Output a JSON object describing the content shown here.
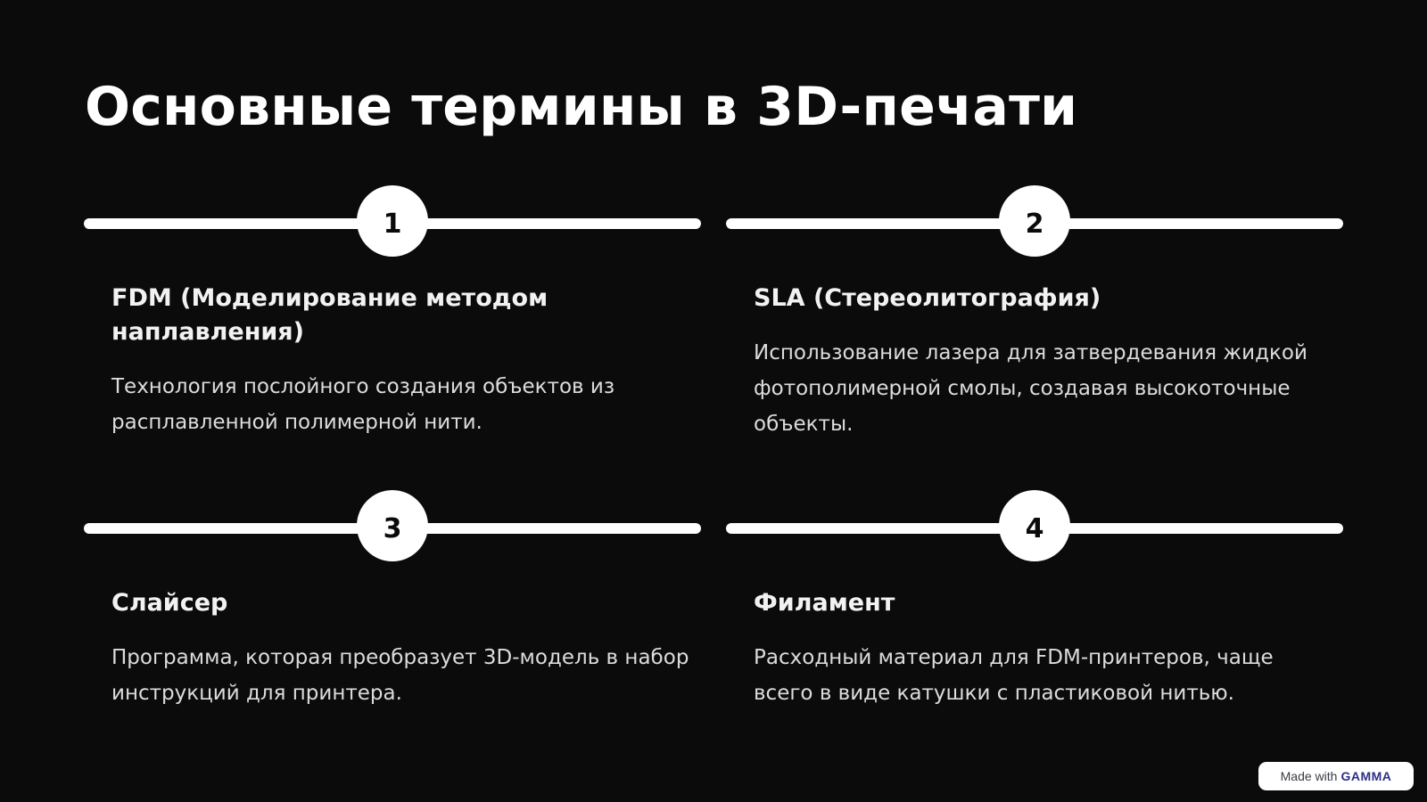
{
  "slide": {
    "title": "Основные термины в 3D-печати",
    "colors": {
      "background": "#0b0b0b",
      "foreground": "#ffffff",
      "body_text": "#dcdcdc"
    }
  },
  "terms": [
    {
      "number": "1",
      "heading": "FDM (Моделирование методом наплавления)",
      "description": "Технология послойного создания объектов из расплавленной полимерной нити."
    },
    {
      "number": "2",
      "heading": "SLA (Стереолитография)",
      "description": "Использование лазера для затвердевания жидкой фотополимерной смолы, создавая высокоточные объекты."
    },
    {
      "number": "3",
      "heading": "Слайсер",
      "description": "Программа, которая преобразует 3D-модель в набор инструкций для принтера."
    },
    {
      "number": "4",
      "heading": "Филамент",
      "description": "Расходный материал для FDM-принтеров, чаще всего в виде катушки с пластиковой нитью."
    }
  ],
  "footer": {
    "made_with": "Made with",
    "brand": "GAMMA"
  }
}
